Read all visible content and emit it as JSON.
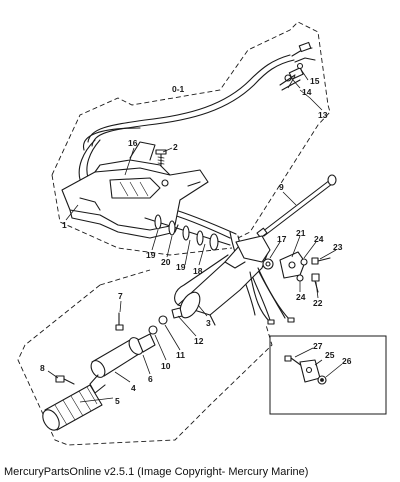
{
  "diagram": {
    "callouts": {
      "c1": "1",
      "c2": "2",
      "c3": "3",
      "c4": "4",
      "c5": "5",
      "c6": "6",
      "c7": "7",
      "c8": "8",
      "c9": "9",
      "c10": "10",
      "c11": "11",
      "c12": "12",
      "c13": "13",
      "c14": "14",
      "c15": "15",
      "c16": "16",
      "c17": "17",
      "c18": "18",
      "c19a": "19",
      "c19b": "19",
      "c20": "20",
      "c21": "21",
      "c22": "22",
      "c23": "23",
      "c24a": "24",
      "c24b": "24",
      "c25": "25",
      "c26": "26",
      "c27": "27",
      "c0": "0-1"
    }
  },
  "footer": {
    "text": "MercuryPartsOnline v2.5.1 (Image Copyright- Mercury Marine)"
  }
}
